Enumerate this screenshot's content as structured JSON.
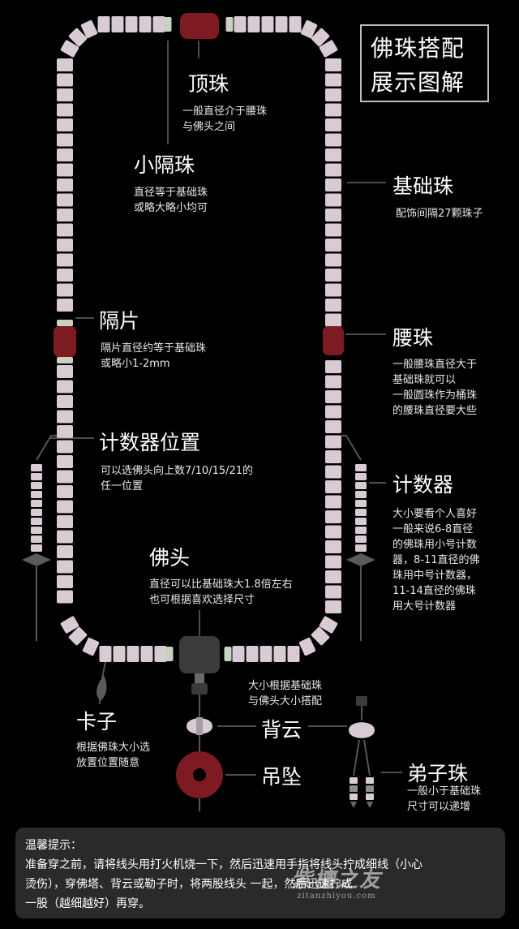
{
  "title": [
    "佛珠搭配",
    "展示图解"
  ],
  "labels": {
    "top_bead": {
      "name": "顶珠",
      "desc": [
        "一般直径介于腰珠",
        "与佛头之间"
      ]
    },
    "small_spacer": {
      "name": "小隔珠",
      "desc": [
        "直径等于基础珠",
        "或略大略小均可"
      ]
    },
    "base_bead": {
      "name": "基础珠",
      "desc": [
        "配饰间隔27颗珠子"
      ]
    },
    "spacer_disc": {
      "name": "隔片",
      "desc": [
        "隔片直径约等于基础珠",
        "或略小1-2mm"
      ]
    },
    "waist_bead": {
      "name": "腰珠",
      "desc": [
        "一般腰珠直径大于",
        "基础珠就可以",
        "一般圆珠作为桶珠",
        "的腰珠直径要大些"
      ]
    },
    "counter_position": {
      "name": "计数器位置",
      "desc": [
        "可以选佛头向上数7/10/15/21的",
        "任一位置"
      ]
    },
    "counter": {
      "name": "计数器",
      "desc": [
        "大小要看个人喜好",
        "一般来说6-8直径",
        "的佛珠用小号计数",
        "器，8-11直径的佛",
        "珠用中号计数器，",
        "11-14直径的佛珠",
        "用大号计数器"
      ]
    },
    "guru_bead": {
      "name": "佛头",
      "desc": [
        "直径可以比基础珠大1.8倍左右",
        "也可根据喜欢选择尺寸"
      ]
    },
    "back_cloud_note": {
      "desc": [
        "大小根据基础珠",
        "与佛头大小搭配"
      ]
    },
    "back_cloud": {
      "name": "背云"
    },
    "clip": {
      "name": "卡子",
      "desc": [
        "根据佛珠大小选",
        "放置位置随意"
      ]
    },
    "pendant": {
      "name": "吊坠"
    },
    "disciple_beads": {
      "name": "弟子珠",
      "desc": [
        "一般小于基础珠",
        "尺寸可以递增"
      ]
    }
  },
  "tips": {
    "heading": "温馨提示：",
    "lines": [
      "准备穿之前，请将线头用打火机烧一下，然后迅速用手指将线头拧成细线（小心",
      "烫伤），穿佛塔、背云或勒子时，将两股线头                一起，然后迅速拧成",
      "一股（越细越好）再穿。"
    ]
  },
  "watermark": {
    "main": "紫檀之友",
    "sub": "zitanzhiyou.com"
  },
  "colors": {
    "background": "#000000",
    "bead": "#d9cbd3",
    "bead_shadow": "#b9a9b2",
    "spacer": "#c9d2c0",
    "accent_red": "#7e1a22",
    "guru": "#3b3b3b",
    "cord": "#555555",
    "label_line": "#9a9a9a",
    "tips_bg": "#2a2a2a"
  }
}
